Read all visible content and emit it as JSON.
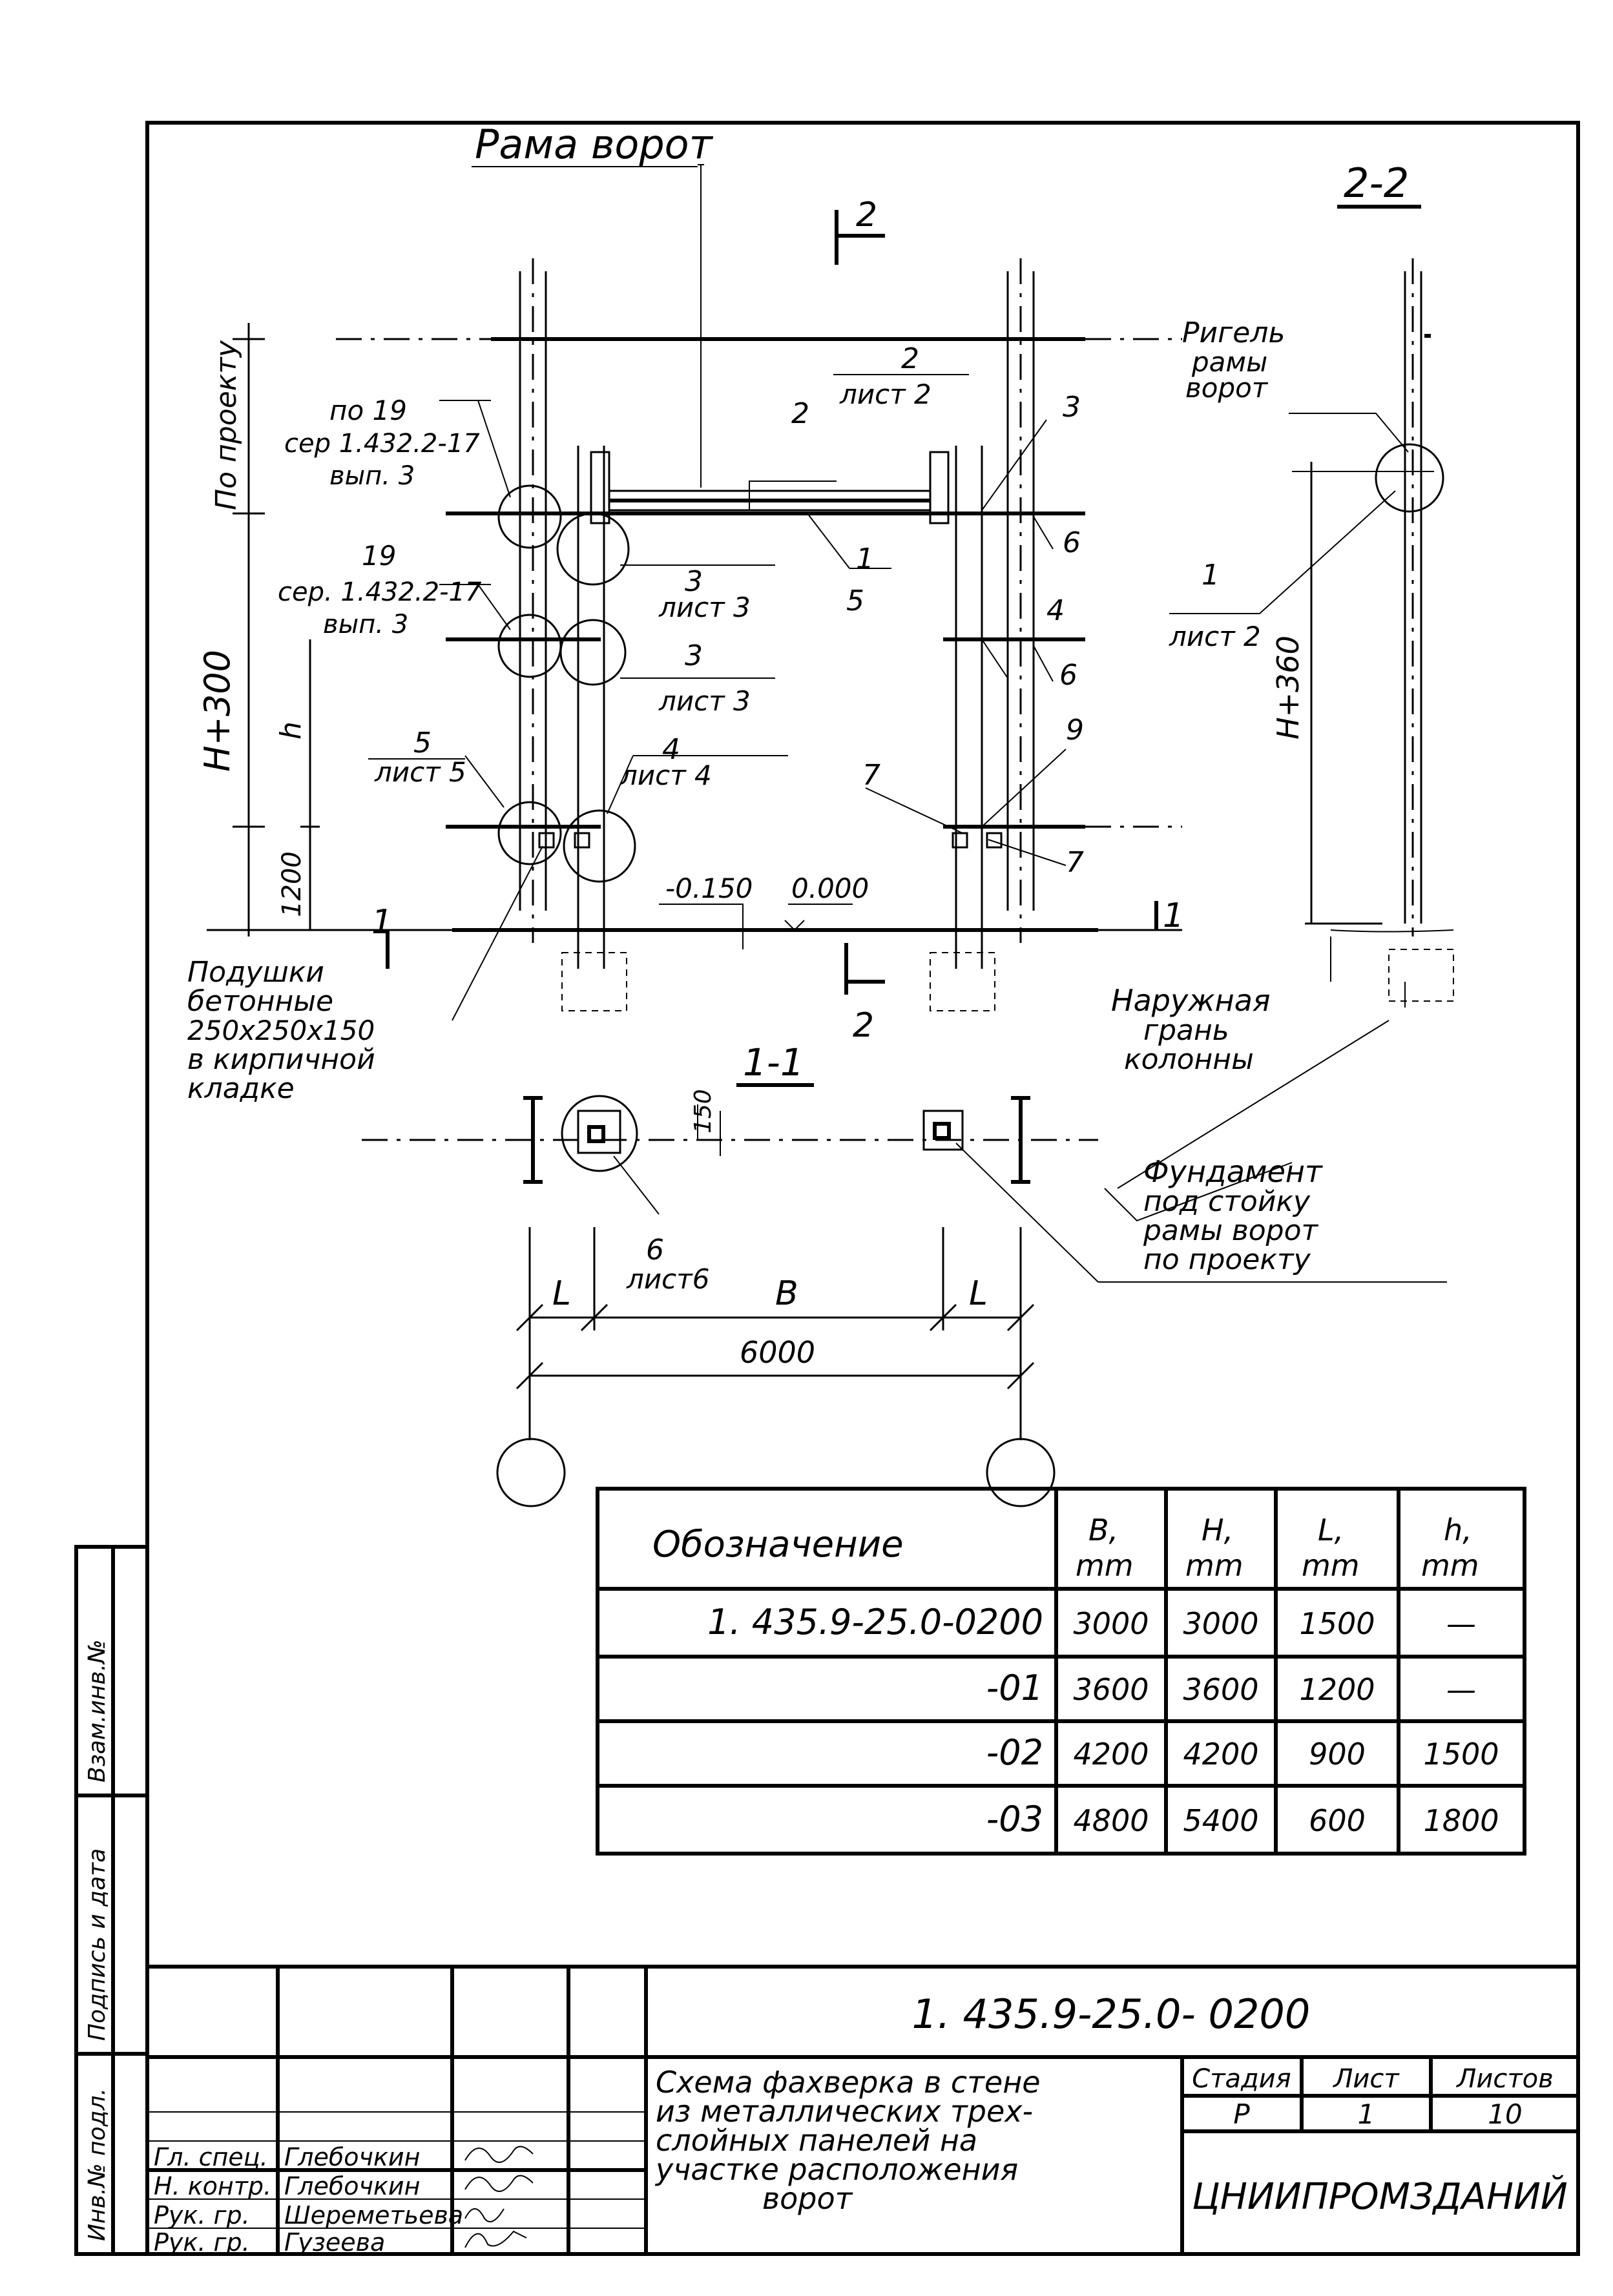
{
  "drawing": {
    "frame_label": "Рама ворот",
    "section_2_2": "2-2",
    "section_1_1": "1-1",
    "cut_mark_2": "2",
    "cut_mark_1": "1",
    "dim_po_proektu": "По проекту",
    "dim_h300": "H+300",
    "dim_h": "h",
    "dim_1200": "1200",
    "dim_h360": "H+360",
    "level_m0150": "-0.150",
    "level_0000": "0.000",
    "dim_150": "150",
    "dim_L_left": "L",
    "dim_B": "B",
    "dim_L_right": "L",
    "dim_6000": "6000",
    "callouts": {
      "uz19_v1": "по 19",
      "uz19_v2": "сер 1.432.2-17",
      "uz19_v3": "вып. 3",
      "uz19b_v1": "19",
      "uz19b_v2": "сер. 1.432.2-17",
      "uz19b_v3": "вып. 3",
      "c2_num": "2",
      "c2_sheet": "лист 2",
      "c2b": "2",
      "c1b": "1",
      "c3a": "3",
      "c3_num_a": "3",
      "c3_sheet_a": "лист 3",
      "c3_num_b": "3",
      "c3_sheet_b": "лист 3",
      "c5_num": "5",
      "c5_sheet": "лист 5",
      "c4_num": "4",
      "c4_sheet": "лист 4",
      "c6a": "6",
      "c5b": "5",
      "c4b": "4",
      "c6b": "6",
      "c9": "9",
      "c7a": "7",
      "c7b": "7",
      "c6_num": "6",
      "c6_sheet": "лист6",
      "rigel_1": "Ригель",
      "rigel_2": "рамы",
      "rigel_3": "ворот",
      "r1_num": "1",
      "r1_sheet": "лист 2",
      "pads_1": "Подушки",
      "pads_2": "бетонные",
      "pads_3": "250х250х150",
      "pads_4": "в кирпичной",
      "pads_5": "кладке",
      "outer_1": "Наружная",
      "outer_2": "грань",
      "outer_3": "колонны",
      "found_1": "Фундамент",
      "found_2": "под стойку",
      "found_3": "рамы ворот",
      "found_4": "по проекту"
    }
  },
  "spec_table": {
    "headers": [
      "Обозначение",
      "B,\nmm",
      "H,\nmm",
      "L,\nmm",
      "h,\nmm"
    ],
    "rows": [
      [
        "1. 435.9-25.0-0200",
        "3000",
        "3000",
        "1500",
        "—"
      ],
      [
        "-01",
        "3600",
        "3600",
        "1200",
        "—"
      ],
      [
        "-02",
        "4200",
        "4200",
        "900",
        "1500"
      ],
      [
        "-03",
        "4800",
        "5400",
        "600",
        "1800"
      ]
    ]
  },
  "side_stamp": {
    "cells": [
      "Инв.№ подл.",
      "Подпись и дата",
      "Взам.инв.№"
    ]
  },
  "title_block": {
    "doc_code": "1. 435.9-25.0- 0200",
    "title_lines": [
      "Схема фахверка в стене",
      "из металлических трех-",
      "слойных панелей на",
      "участке расположения",
      "ворот"
    ],
    "stage_label": "Стадия",
    "sheet_label": "Лист",
    "sheets_label": "Листов",
    "stage_value": "Р",
    "sheet_value": "1",
    "sheets_value": "10",
    "organization": "ЦНИИПРОМЗДАНИЙ",
    "roles": [
      {
        "role": "Гл. спец.",
        "name": "Глебочкин"
      },
      {
        "role": "Н. контр.",
        "name": "Глебочкин"
      },
      {
        "role": "Рук. гр.",
        "name": "Шереметьева"
      },
      {
        "role": "Рук. гр.",
        "name": "Гузеева"
      }
    ]
  }
}
